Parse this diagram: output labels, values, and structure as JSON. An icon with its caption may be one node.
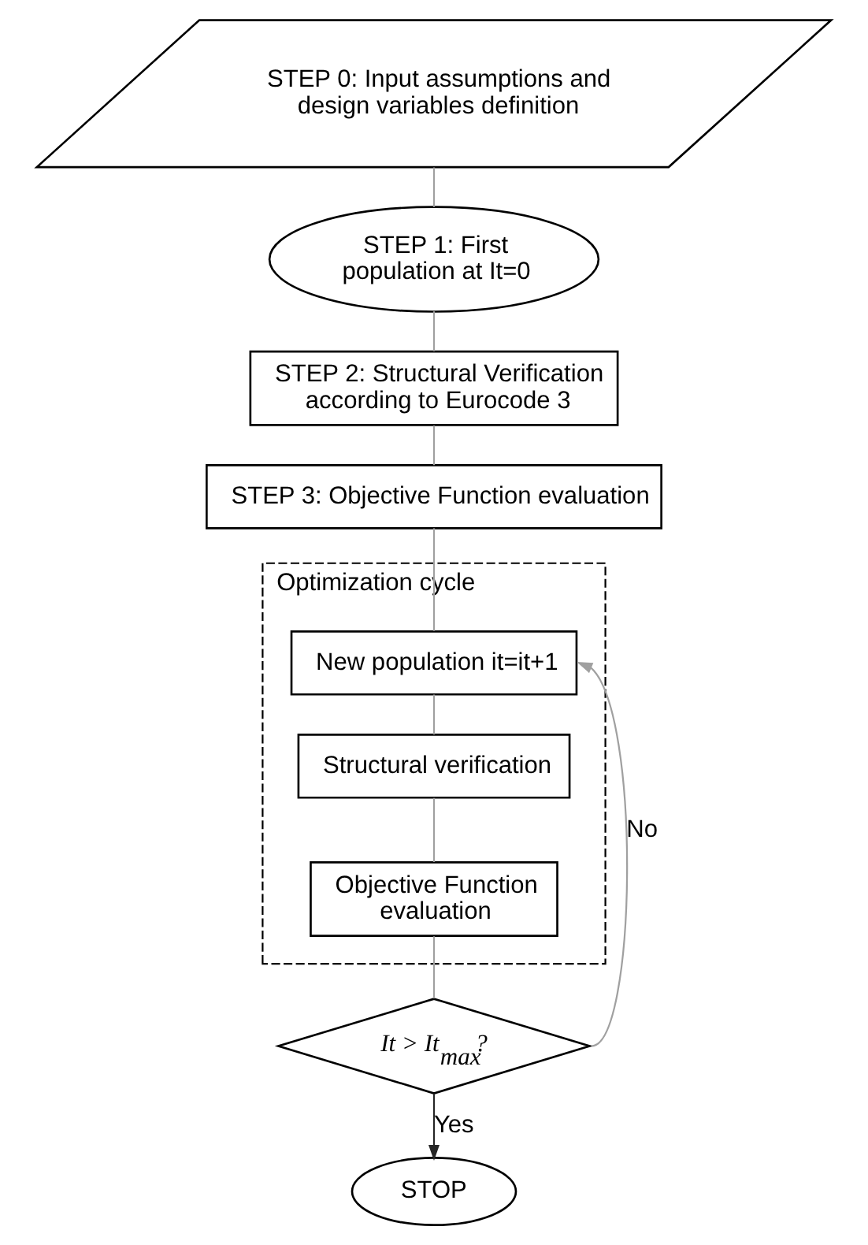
{
  "diagram": {
    "nodes": [
      {
        "text": [
          "STEP 0: Input assumptions and design variables definition"
        ]
      },
      {
        "text": [
          "STEP 1: First population at It=0"
        ]
      },
      {
        "text": [
          "STEP 2: Structural Verification according to Eurocode 3"
        ]
      },
      {
        "text": [
          "STEP 3: Objective Function evaluation"
        ]
      },
      {
        "text": [
          "Optimization cycle"
        ]
      },
      {
        "text": [
          "New population it=it+1"
        ],
        "in": 4
      },
      {
        "text": [
          "Structural verification"
        ],
        "in": 4
      },
      {
        "text": [
          "Objective Function evaluation"
        ],
        "in": 4
      },
      {
        "text": [
          "It > It$_{max}$?"
        ]
      },
      {
        "text": [
          "STOP"
        ]
      }
    ],
    "edges": [
      {
        "from": 0,
        "to": 1,
        "arrow": "none"
      },
      {
        "from": 1,
        "to": 2,
        "arrow": "none"
      },
      {
        "from": 2,
        "to": 3,
        "arrow": "none"
      },
      {
        "from": 3,
        "to": 5,
        "arrow": "none"
      },
      {
        "from": 5,
        "to": 6,
        "arrow": "none"
      },
      {
        "from": 6,
        "to": 7,
        "arrow": "none"
      },
      {
        "from": 7,
        "to": 8,
        "arrow": "none"
      },
      {
        "from": 8,
        "to": 9,
        "arrow": "to",
        "label": "Yes",
        "color": "#262626"
      },
      {
        "from": 8,
        "to": 5,
        "arrow": "to",
        "label": "No"
      }
    ]
  }
}
